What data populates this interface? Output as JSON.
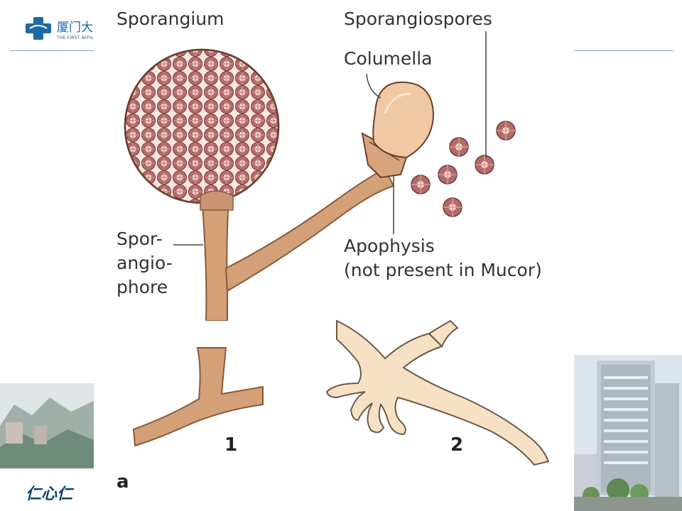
{
  "header": {
    "logo_text": "厦门大",
    "logo_subtext": "THE FIRST AFFILIA"
  },
  "footer": {
    "motto": "仁心仁"
  },
  "figure": {
    "labels": {
      "sporangium": "Sporangium",
      "sporangiospores": "Sporangiospores",
      "columella": "Columella",
      "sporangiophore_line1": "Spor-",
      "sporangiophore_line2": "angio-",
      "sporangiophore_line3": "phore",
      "apophysis_line1": "Apophysis",
      "apophysis_line2": "(not present in Mucor)",
      "panel_1": "1",
      "panel_2": "2",
      "panel_a": "a"
    }
  },
  "colors": {
    "hypha_fill": "#d4a078",
    "hypha_stroke": "#8a5a3a",
    "columella_fill": "#f0c9a4",
    "spore_fill": "#b36a6a",
    "spore_light": "#f3dcd4",
    "rhizoid_fill": "#f7e1c4",
    "logo_blue": "#1d6aa8"
  }
}
